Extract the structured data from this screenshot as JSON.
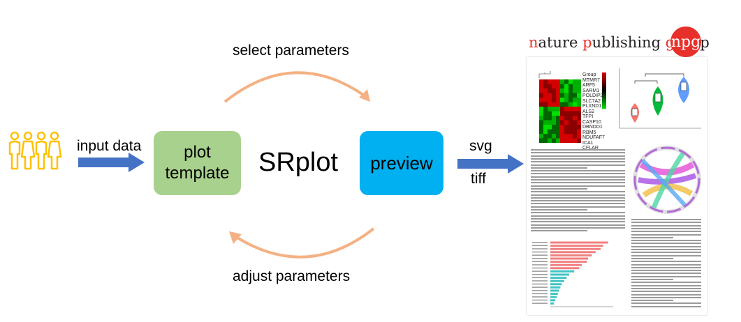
{
  "labels": {
    "input_data": "input data",
    "select_parameters": "select parameters",
    "adjust_parameters": "adjust parameters",
    "svg": "svg",
    "tiff": "tiff"
  },
  "nodes": {
    "plot_template_line1": "plot",
    "plot_template_line2": "template",
    "center_title": "SRplot",
    "preview": "preview"
  },
  "publisher": {
    "name_parts": [
      "n",
      "ature ",
      "p",
      "ublishing ",
      "g",
      "roup"
    ],
    "logo": "npg",
    "accent_color": "#e8302b"
  },
  "colors": {
    "arrow_blue": "#4472c4",
    "arc_orange": "#f4b183",
    "green_box": "#a9d18e",
    "blue_box": "#00b0f0",
    "people_yellow": "#ffc000"
  },
  "heatmap_genes": [
    "Group",
    "MTMR7",
    "ARF5",
    "SARM1",
    "POLDIP2",
    "SLC7A2",
    "PLXND1",
    "ALS2",
    "TFPI",
    "CASP10",
    "DBNDD1",
    "RBM5",
    "NDUFAF7",
    "ICA1",
    "CFLAR"
  ]
}
